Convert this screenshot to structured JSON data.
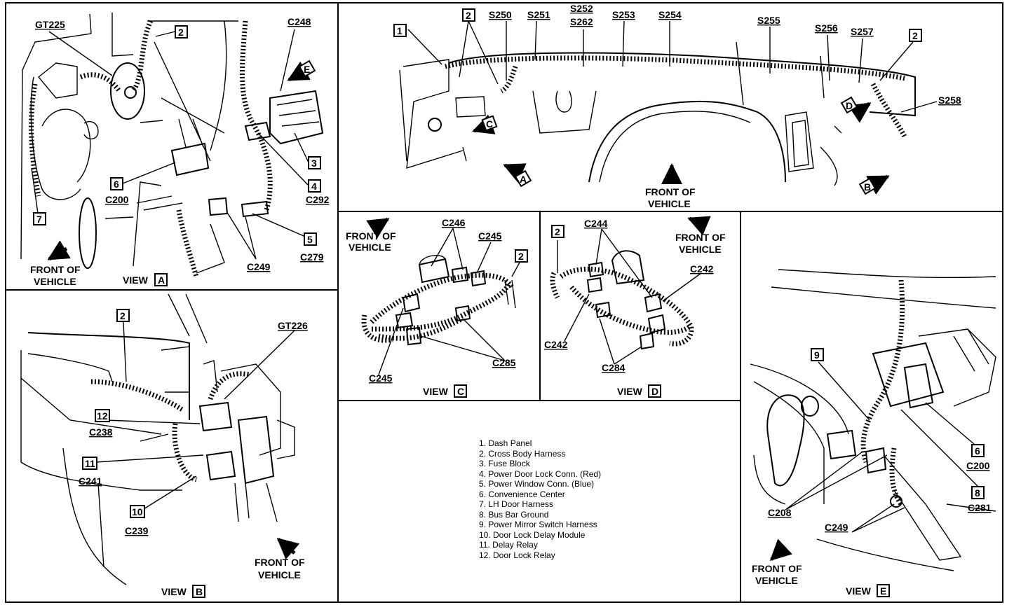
{
  "view_a": {
    "labels": {
      "gt225": "GT225",
      "c248": "C248",
      "c292": "C292",
      "c200": "C200",
      "c249": "C249",
      "c279": "C279"
    },
    "callouts": [
      "2",
      "3",
      "4",
      "5",
      "6",
      "7"
    ],
    "arrow_letter": "E",
    "front_line1": "FRONT OF",
    "front_line2": "VEHICLE",
    "view_word": "VIEW",
    "view_letter": "A"
  },
  "main": {
    "labels": {
      "s250": "S250",
      "s251": "S251",
      "s252": "S252",
      "s262": "S262",
      "s253": "S253",
      "s254": "S254",
      "s255": "S255",
      "s256": "S256",
      "s257": "S257",
      "s258": "S258"
    },
    "callouts": [
      "1",
      "2",
      "2"
    ],
    "arrows": [
      "A",
      "B",
      "C",
      "D"
    ],
    "front_line1": "FRONT OF",
    "front_line2": "VEHICLE"
  },
  "view_b": {
    "labels": {
      "gt226": "GT226",
      "c238": "C238",
      "c241": "C241",
      "c239": "C239"
    },
    "callouts": [
      "2",
      "10",
      "11",
      "12"
    ],
    "front_line1": "FRONT OF",
    "front_line2": "VEHICLE",
    "view_word": "VIEW",
    "view_letter": "B"
  },
  "view_c": {
    "labels": {
      "c246": "C246",
      "c245_top": "C245",
      "c245_bottom": "C245",
      "c285": "C285"
    },
    "callouts": [
      "2"
    ],
    "front_line1": "FRONT OF",
    "front_line2": "VEHICLE",
    "view_word": "VIEW",
    "view_letter": "C"
  },
  "view_d": {
    "labels": {
      "c244": "C244",
      "c242_right": "C242",
      "c242_left": "C242",
      "c284": "C284"
    },
    "callouts": [
      "2"
    ],
    "front_line1": "FRONT OF",
    "front_line2": "VEHICLE",
    "view_word": "VIEW",
    "view_letter": "D"
  },
  "view_e": {
    "labels": {
      "c200": "C200",
      "c281": "C281",
      "c208": "C208",
      "c249": "C249"
    },
    "callouts": [
      "6",
      "8",
      "9"
    ],
    "front_line1": "FRONT OF",
    "front_line2": "VEHICLE",
    "view_word": "VIEW",
    "view_letter": "E"
  },
  "legend": [
    "1.  Dash Panel",
    "2.  Cross Body Harness",
    "3.  Fuse Block",
    "4.  Power Door Lock Conn. (Red)",
    "5.  Power Window Conn. (Blue)",
    "6.  Convenience Center",
    "7.  LH Door Harness",
    "8.  Bus Bar Ground",
    "9.  Power Mirror Switch Harness",
    "10.  Door Lock Delay Module",
    "11.  Delay Relay",
    "12.  Door Lock Relay"
  ]
}
